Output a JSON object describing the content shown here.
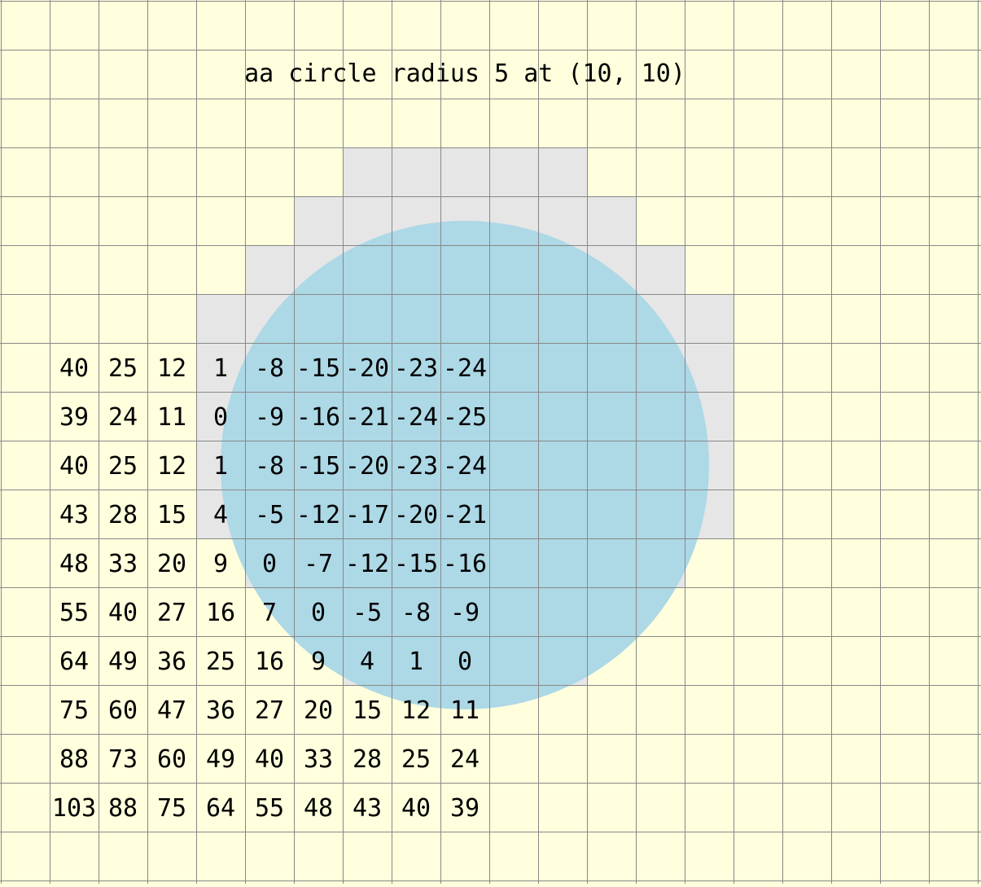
{
  "title": "aa circle radius 5 at (10, 10)",
  "colors": {
    "background": "#ffffdd",
    "grid_line": "#888888",
    "covered_cell": "#e6e6e6",
    "circle": "#add8e6",
    "text": "#000000"
  },
  "circle": {
    "center": [
      10,
      10
    ],
    "radius": 5
  },
  "covered_rows": [
    {
      "row": 3,
      "cols": [
        7,
        8,
        9,
        10,
        11
      ]
    },
    {
      "row": 4,
      "cols": [
        6,
        7,
        8,
        9,
        10,
        11,
        12
      ]
    },
    {
      "row": 5,
      "cols": [
        5,
        6,
        7,
        8,
        9,
        10,
        11,
        12,
        13
      ]
    },
    {
      "row": 6,
      "cols": [
        4,
        5,
        6,
        7,
        8,
        9,
        10,
        11,
        12,
        13,
        14
      ]
    },
    {
      "row": 7,
      "cols": [
        4,
        5,
        6,
        7,
        8,
        9,
        10,
        11,
        12,
        13,
        14
      ]
    },
    {
      "row": 8,
      "cols": [
        4,
        5,
        6,
        7,
        8,
        9,
        10,
        11,
        12,
        13,
        14
      ]
    },
    {
      "row": 9,
      "cols": [
        4,
        5,
        6,
        7,
        8,
        9,
        10,
        11,
        12,
        13,
        14
      ]
    },
    {
      "row": 10,
      "cols": [
        4,
        5,
        6,
        7,
        8,
        9,
        10,
        11,
        12,
        13,
        14
      ]
    },
    {
      "row": 11,
      "cols": [
        5,
        6,
        7,
        8,
        9,
        10,
        11,
        12,
        13
      ]
    },
    {
      "row": 12,
      "cols": [
        6,
        7,
        8,
        9,
        10,
        11,
        12
      ]
    },
    {
      "row": 13,
      "cols": [
        7,
        8,
        9,
        10,
        11
      ]
    }
  ],
  "value_table": {
    "first_row": 7,
    "first_col": 1,
    "rows": [
      [
        "40",
        "25",
        "12",
        "1",
        "-8",
        "-15",
        "-20",
        "-23",
        "-24"
      ],
      [
        "39",
        "24",
        "11",
        "0",
        "-9",
        "-16",
        "-21",
        "-24",
        "-25"
      ],
      [
        "40",
        "25",
        "12",
        "1",
        "-8",
        "-15",
        "-20",
        "-23",
        "-24"
      ],
      [
        "43",
        "28",
        "15",
        "4",
        "-5",
        "-12",
        "-17",
        "-20",
        "-21"
      ],
      [
        "48",
        "33",
        "20",
        "9",
        "0",
        "-7",
        "-12",
        "-15",
        "-16"
      ],
      [
        "55",
        "40",
        "27",
        "16",
        "7",
        "0",
        "-5",
        "-8",
        "-9"
      ],
      [
        "64",
        "49",
        "36",
        "25",
        "16",
        "9",
        "4",
        "1",
        "0"
      ],
      [
        "75",
        "60",
        "47",
        "36",
        "27",
        "20",
        "15",
        "12",
        "11"
      ],
      [
        "88",
        "73",
        "60",
        "49",
        "40",
        "33",
        "28",
        "25",
        "24"
      ],
      [
        "103",
        "88",
        "75",
        "64",
        "55",
        "48",
        "43",
        "40",
        "39"
      ]
    ]
  }
}
